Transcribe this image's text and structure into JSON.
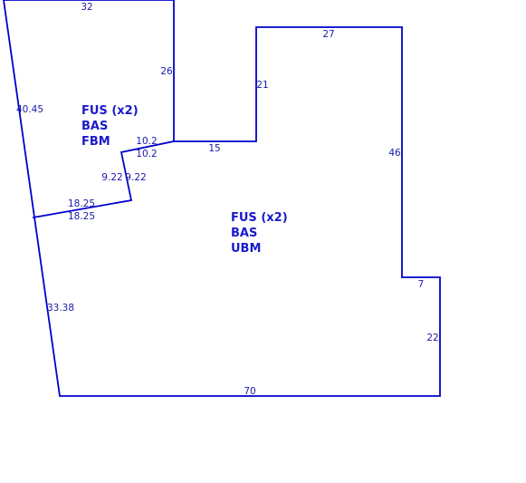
{
  "colors": {
    "line": "#0000cc",
    "dimension_text": "#1a1aaa",
    "area_label_text": "#1a1acc",
    "background": "#ffffff"
  },
  "dimensions": {
    "top_upper": "32",
    "upper_right": "26",
    "upper_left_slant": "40.45",
    "step_top_a": "10.2",
    "step_top_b": "10.2",
    "step_side_a": "9.22",
    "step_side_b": "9.22",
    "divider_a": "18.25",
    "divider_b": "18.25",
    "lower_left_slant": "33.38",
    "middle_horizontal": "15",
    "middle_vertical": "21",
    "top_right": "27",
    "right_long": "46",
    "right_step": "7",
    "right_short": "22",
    "bottom": "70"
  },
  "areas": {
    "upper": {
      "line1": "FUS (x2)",
      "line2": "BAS",
      "line3": "FBM"
    },
    "lower": {
      "line1": "FUS (x2)",
      "line2": "BAS",
      "line3": "UBM"
    }
  }
}
